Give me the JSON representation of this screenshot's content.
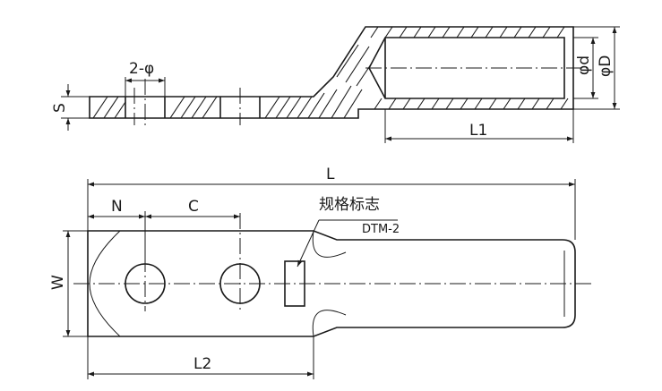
{
  "labels": {
    "holes": "2-φ",
    "thickness": "S",
    "inner_dia": "φd",
    "outer_dia": "φD",
    "barrel_len": "L1",
    "total_len": "L",
    "n": "N",
    "c": "C",
    "width": "W",
    "palm_len": "L2",
    "spec_mark": "规格标志",
    "model": "DTM-2"
  },
  "colors": {
    "ink": "#1a1a1a",
    "background": "#ffffff"
  }
}
